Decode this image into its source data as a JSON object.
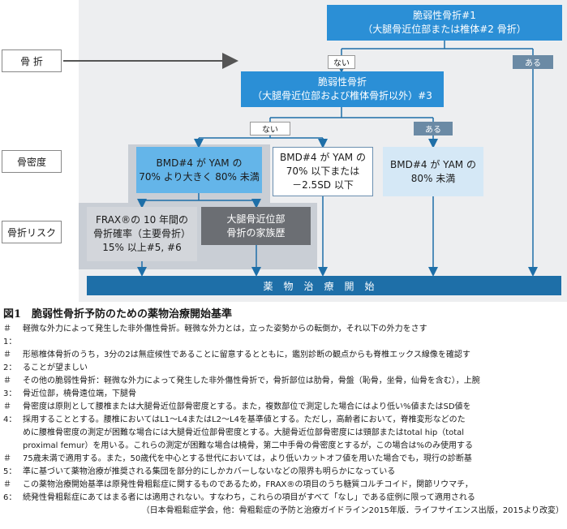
{
  "row_labels": {
    "fracture": "骨 折",
    "bmd": "骨密度",
    "risk": "骨折リスク"
  },
  "nodes": {
    "top_l1": "脆弱性骨折#1",
    "top_l2": "（大腿骨近位部または椎体#2 骨折）",
    "second_l1": "脆弱性骨折",
    "second_l2": "（大腿骨近位部および椎体骨折以外）#3",
    "bmd_a_l1": "BMD#4 が YAM の",
    "bmd_a_l2": "70% より大きく 80% 未満",
    "bmd_b_l1": "BMD#4 が YAM の",
    "bmd_b_l2": "70% 以下または",
    "bmd_b_l3": "－2.5SD 以下",
    "bmd_c_l1": "BMD#4 が YAM の",
    "bmd_c_l2": "80% 未満",
    "frax_l1": "FRAX®の 10 年間の",
    "frax_l2": "骨折確率（主要骨折）",
    "frax_l3": "15% 以上#5, #6",
    "family_l1": "大腿骨近位部",
    "family_l2": "骨折の家族歴"
  },
  "pills": {
    "no1": "ない",
    "yes1": "ある",
    "no2": "ない",
    "yes2": "ある"
  },
  "treatment": "薬物治療開始",
  "figure_title": "図1　脆弱性骨折予防のための薬物治療開始基準",
  "notes": [
    {
      "mark": "＃1：",
      "lines": [
        "軽微な外力によって発生した非外傷性骨折。軽微な外力とは，立った姿勢からの転倒か，それ以下の外力をさす"
      ]
    },
    {
      "mark": "＃2：",
      "lines": [
        "形態椎体骨折のうち，3分の2は無症候性であることに留意するとともに，鑑別診断の観点からも脊椎エックス線像を確認す",
        "ることが望ましい"
      ]
    },
    {
      "mark": "＃3：",
      "lines": [
        "その他の脆弱性骨折：軽微な外力によって発生した非外傷性骨折で，骨折部位は肋骨，骨盤（恥骨，坐骨，仙骨を含む），上腕",
        "骨近位部，橈骨遠位端，下腿骨"
      ]
    },
    {
      "mark": "＃4：",
      "lines": [
        "骨密度は原則として腰椎または大腿骨近位部骨密度とする。また，複数部位で測定した場合にはより低い%値またはSD値を",
        "採用することとする。腰椎においてはL1～L4またはL2～L4を基準値とする。ただし，高齢者において，脊椎変形などのた",
        "めに腰椎骨密度の測定が困難な場合には大腿骨近位部骨密度とする。大腿骨近位部骨密度には頸部またはtotal hip（total",
        "proximal femur）を用いる。これらの測定が困難な場合は橈骨，第二中手骨の骨密度とするが，この場合は%のみ使用する"
      ]
    },
    {
      "mark": "＃5：",
      "lines": [
        "75歳未満で適用する。また，50歳代を中心とする世代においては，より低いカットオフ値を用いた場合でも，現行の診断基",
        "準に基づいて薬物治療が推奨される集団を部分的にしかカバーしないなどの限界も明らかになっている"
      ]
    },
    {
      "mark": "＃6：",
      "lines": [
        "この薬物治療開始基準は原発性骨粗鬆症に関するものであるため，FRAX®の項目のうち糖質コルチコイド，関節リウマチ，",
        "続発性骨粗鬆症にあてはまる者には適用されない。すなわち，これらの項目がすべて「なし」である症例に限って適用される"
      ]
    }
  ],
  "source": "（日本骨粗鬆症学会，他：骨粗鬆症の予防と治療ガイドライン2015年版．ライフサイエンス出版，2015より改変）"
}
